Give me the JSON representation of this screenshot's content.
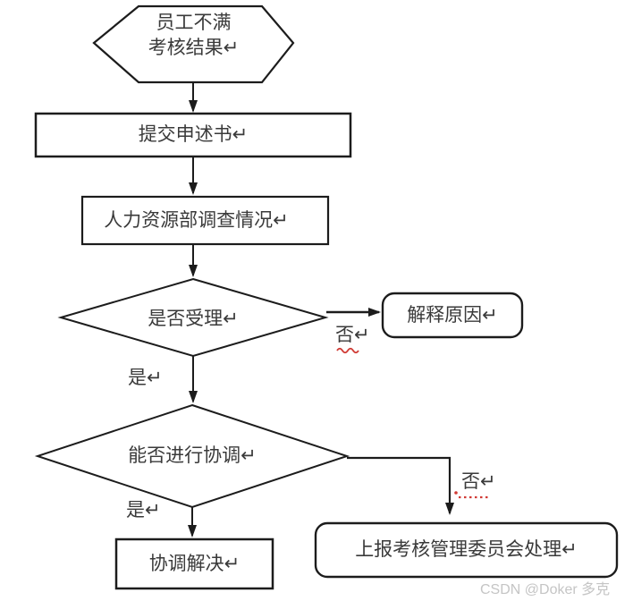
{
  "diagram": {
    "title_hint": "employee-appraisal-appeal-flowchart",
    "nodes": {
      "start": {
        "line1": "员工不满",
        "line2": "考核结果↵"
      },
      "submit": {
        "label": "提交申述书↵"
      },
      "investigate": {
        "label": "人力资源部调查情况↵"
      },
      "decision_accept": {
        "label": "是否受理↵"
      },
      "explain": {
        "label": "解释原因↵"
      },
      "decision_coordinate": {
        "label": "能否进行协调↵"
      },
      "resolve": {
        "label": "协调解决↵"
      },
      "report": {
        "label": "上报考核管理委员会处理↵"
      }
    },
    "edge_labels": {
      "accept_no": "否↵",
      "accept_yes": "是↵",
      "coordinate_yes": "是↵",
      "coordinate_no": "否↵"
    },
    "colors": {
      "shape_stroke": "#1c1c1c",
      "text": "#3a3a3a",
      "spellcheck_red": "#d03a34",
      "watermark_gray": "#c5c5c5"
    }
  },
  "watermark": {
    "text": "CSDN @Doker 多克"
  }
}
